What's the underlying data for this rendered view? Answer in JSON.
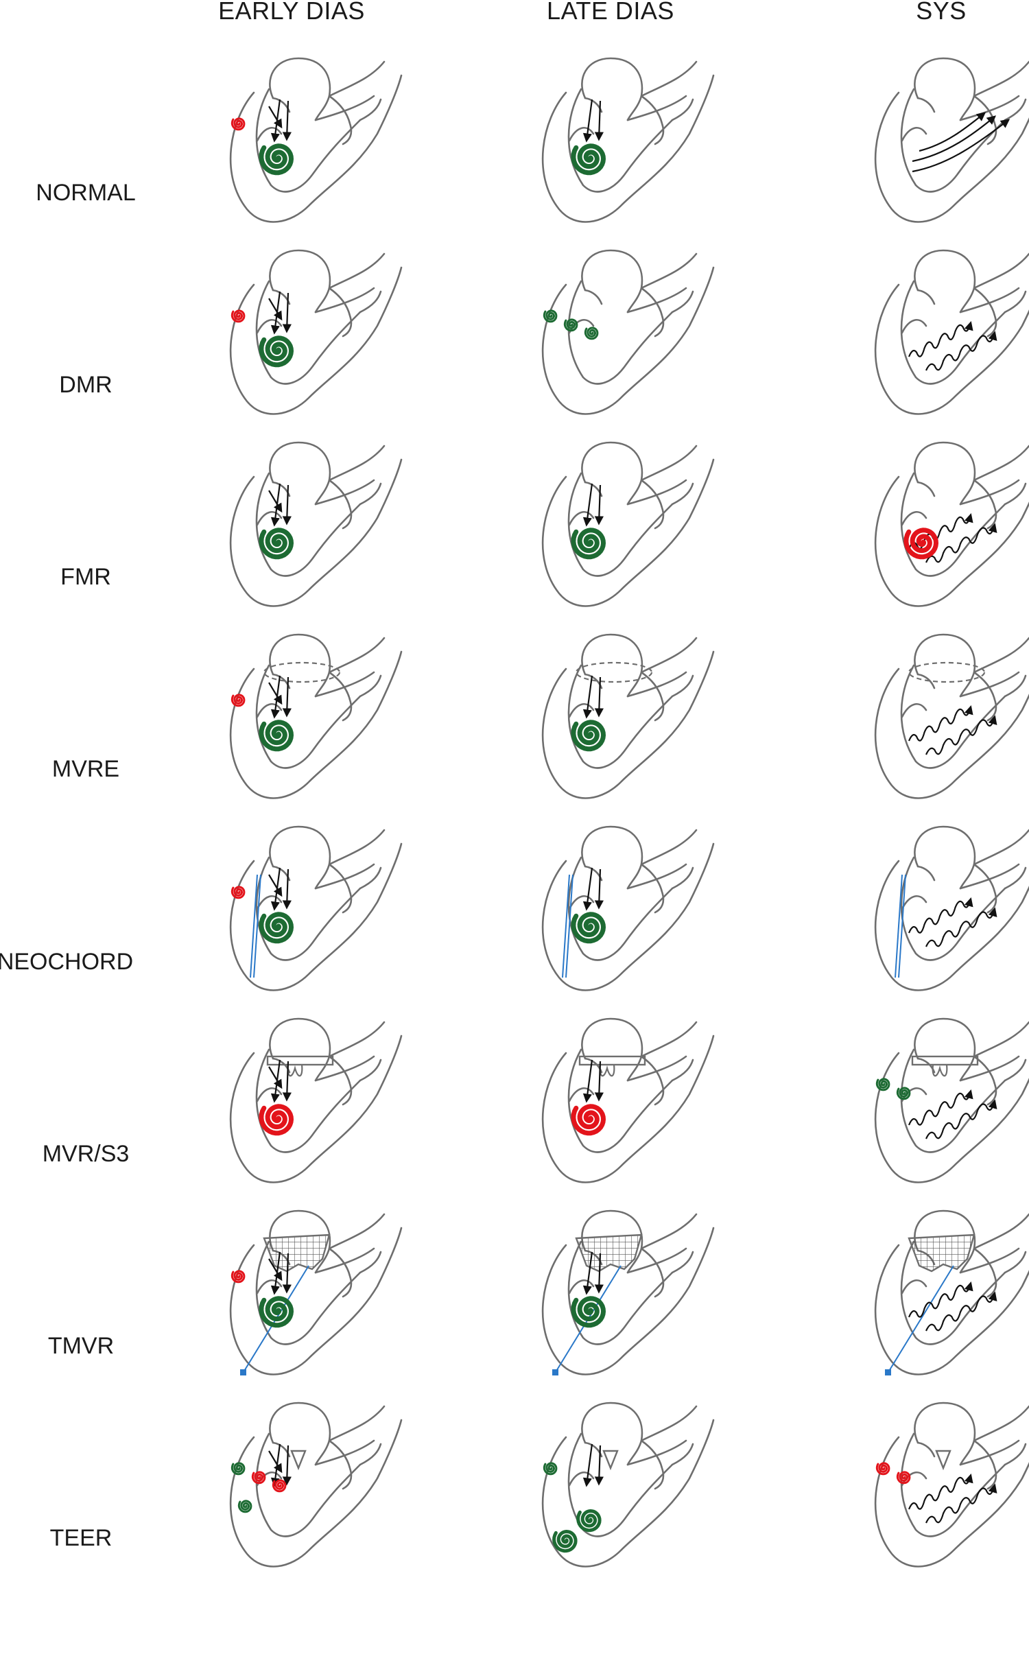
{
  "columns": [
    {
      "key": "early",
      "label": "EARLY DIAS"
    },
    {
      "key": "late",
      "label": "LATE DIAS"
    },
    {
      "key": "sys",
      "label": "SYS"
    }
  ],
  "rows": [
    {
      "label": "NORMAL",
      "panels": [
        {
          "vortices": [
            {
              "color": "green",
              "size": "large"
            },
            {
              "color": "red",
              "size": "small"
            }
          ],
          "arrows": "straight",
          "extras": []
        },
        {
          "vortices": [
            {
              "color": "green",
              "size": "large"
            }
          ],
          "arrows": "straight",
          "extras": []
        },
        {
          "vortices": [],
          "arrows": "outflow-curved",
          "extras": []
        }
      ]
    },
    {
      "label": "DMR",
      "panels": [
        {
          "vortices": [
            {
              "color": "green",
              "size": "large"
            },
            {
              "color": "red",
              "size": "small"
            }
          ],
          "arrows": "straight",
          "extras": []
        },
        {
          "vortices": [
            {
              "color": "green",
              "size": "small"
            },
            {
              "color": "green",
              "size": "small"
            },
            {
              "color": "green",
              "size": "small"
            }
          ],
          "arrows": "none",
          "extras": []
        },
        {
          "vortices": [],
          "arrows": "wavy",
          "extras": []
        }
      ]
    },
    {
      "label": "FMR",
      "panels": [
        {
          "vortices": [
            {
              "color": "green",
              "size": "large"
            }
          ],
          "arrows": "straight",
          "extras": []
        },
        {
          "vortices": [
            {
              "color": "green",
              "size": "large"
            }
          ],
          "arrows": "straight",
          "extras": []
        },
        {
          "vortices": [
            {
              "color": "red",
              "size": "large"
            }
          ],
          "arrows": "wavy",
          "extras": []
        }
      ]
    },
    {
      "label": "MVRE",
      "panels": [
        {
          "vortices": [
            {
              "color": "green",
              "size": "large"
            },
            {
              "color": "red",
              "size": "small"
            }
          ],
          "arrows": "straight",
          "extras": [
            "ring"
          ]
        },
        {
          "vortices": [
            {
              "color": "green",
              "size": "large"
            }
          ],
          "arrows": "straight",
          "extras": [
            "ring"
          ]
        },
        {
          "vortices": [],
          "arrows": "wavy",
          "extras": [
            "ring"
          ]
        }
      ]
    },
    {
      "label": "NEOCHORD",
      "panels": [
        {
          "vortices": [
            {
              "color": "green",
              "size": "large"
            },
            {
              "color": "red",
              "size": "small"
            }
          ],
          "arrows": "straight",
          "extras": [
            "chords"
          ]
        },
        {
          "vortices": [
            {
              "color": "green",
              "size": "large"
            }
          ],
          "arrows": "straight",
          "extras": [
            "chords"
          ]
        },
        {
          "vortices": [],
          "arrows": "wavy",
          "extras": [
            "chords"
          ]
        }
      ]
    },
    {
      "label": "MVR/S3",
      "panels": [
        {
          "vortices": [
            {
              "color": "red",
              "size": "large"
            }
          ],
          "arrows": "straight",
          "extras": [
            "prosthesis"
          ]
        },
        {
          "vortices": [
            {
              "color": "red",
              "size": "large"
            }
          ],
          "arrows": "straight",
          "extras": [
            "prosthesis"
          ]
        },
        {
          "vortices": [
            {
              "color": "green",
              "size": "small"
            },
            {
              "color": "green",
              "size": "small"
            }
          ],
          "arrows": "wavy",
          "extras": [
            "prosthesis"
          ]
        }
      ]
    },
    {
      "label": "TMVR",
      "panels": [
        {
          "vortices": [
            {
              "color": "green",
              "size": "large"
            },
            {
              "color": "red",
              "size": "small"
            }
          ],
          "arrows": "straight",
          "extras": [
            "mesh",
            "tether"
          ]
        },
        {
          "vortices": [
            {
              "color": "green",
              "size": "large"
            }
          ],
          "arrows": "straight",
          "extras": [
            "mesh",
            "tether"
          ]
        },
        {
          "vortices": [],
          "arrows": "wavy",
          "extras": [
            "mesh",
            "tether"
          ]
        }
      ]
    },
    {
      "label": "TEER",
      "panels": [
        {
          "vortices": [
            {
              "color": "green",
              "size": "small"
            },
            {
              "color": "red",
              "size": "small"
            },
            {
              "color": "red",
              "size": "small"
            },
            {
              "color": "green",
              "size": "small"
            }
          ],
          "arrows": "straight",
          "extras": [
            "clip"
          ]
        },
        {
          "vortices": [
            {
              "color": "green",
              "size": "small"
            },
            {
              "color": "green",
              "size": "medium"
            },
            {
              "color": "green",
              "size": "medium"
            }
          ],
          "arrows": "straight",
          "extras": [
            "clip"
          ]
        },
        {
          "vortices": [
            {
              "color": "red",
              "size": "small"
            },
            {
              "color": "red",
              "size": "small"
            }
          ],
          "arrows": "wavy",
          "extras": [
            "clip"
          ]
        }
      ]
    }
  ],
  "colors": {
    "outline": "#6e6e6e",
    "arrow": "#111111",
    "green_vortex": "#1d6b33",
    "red_vortex": "#e3141b",
    "device_blue": "#2a78c8",
    "text": "#1a1a1a"
  }
}
